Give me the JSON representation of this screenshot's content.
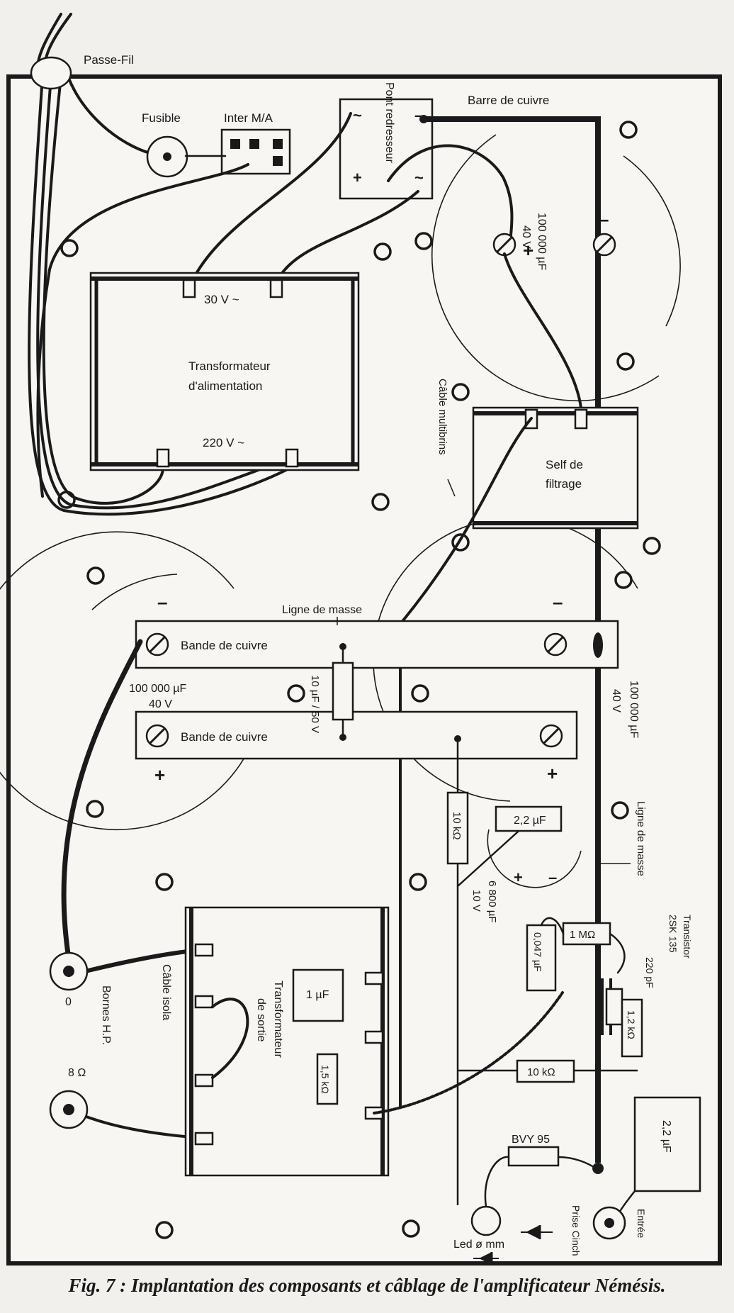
{
  "labels": {
    "passe_fil": "Passe-Fil",
    "fusible": "Fusible",
    "inter": "Inter M/A",
    "pont": "Pont redresseur",
    "barre": "Barre de cuivre",
    "cap_top_value": "100 000 µF",
    "cap_top_voltage": "40 V",
    "trans_30": "30 V ~",
    "trans_name_1": "Transformateur",
    "trans_name_2": "d'alimentation",
    "trans_220": "220 V ~",
    "cable_multi": "Câble multibrins",
    "self_1": "Self de",
    "self_2": "filtrage",
    "ligne_masse_1": "Ligne de masse",
    "bande_1": "Bande de cuivre",
    "bande_2": "Bande de cuivre",
    "cap_left_value": "100 000 µF",
    "cap_left_voltage": "40 V",
    "cap_right_value": "100 000 µF",
    "cap_right_voltage": "40 V",
    "cap_small": "10 µF / 50 V",
    "res_10k_a": "10 kΩ",
    "cap_22": "2,2 µF",
    "ligne_masse_2": "Ligne de masse",
    "cap_6800_value": "6 800 µF",
    "cap_6800_voltage": "10 V",
    "res_1m": "1 MΩ",
    "cap_0047": "0,047 µF",
    "transistor_1": "Transistor",
    "transistor_2": "2SK 135",
    "cap_220p": "220 pF",
    "res_12k": "1,2 kΩ",
    "bornes": "Bornes H.P.",
    "zero": "0",
    "eight_ohm": "8 Ω",
    "cable_isola": "Câble isola",
    "cap_1u": "1 µF",
    "res_15k": "1,5 kΩ",
    "trans_sortie_1": "Transformateur",
    "trans_sortie_2": "de sortie",
    "res_10k_b": "10 kΩ",
    "cap_22_box": "2,2 µF",
    "bvy": "BVY 95",
    "led": "Led ø   mm",
    "prise": "Prise Cinch",
    "entree": "Entrée",
    "minus": "–",
    "plus": "+"
  },
  "caption": "Fig. 7 : Implantation des composants et câblage de l'amplificateur Némésis."
}
